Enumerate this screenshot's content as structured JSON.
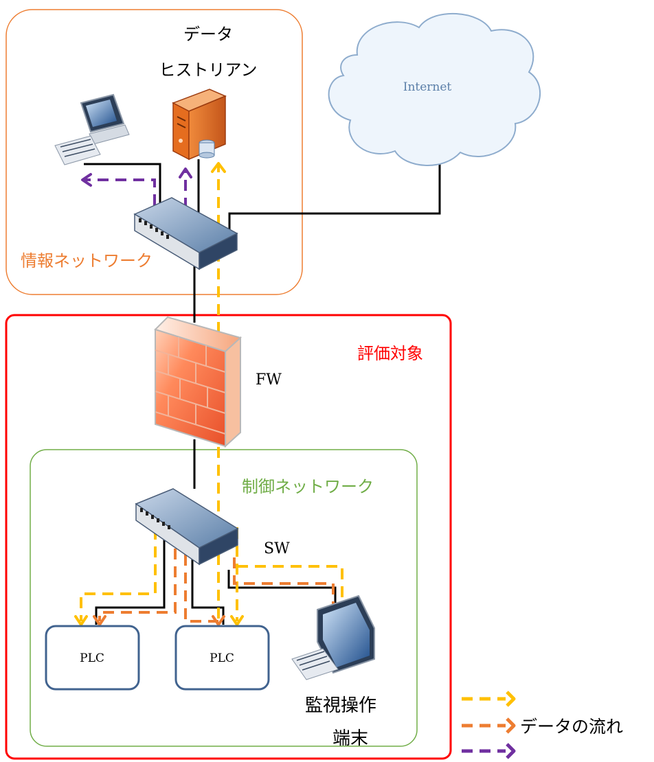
{
  "zones": {
    "info_network": {
      "label": "情報ネットワーク",
      "color": "#ed7d31"
    },
    "evaluation_target": {
      "label": "評価対象",
      "color": "#ff0000"
    },
    "control_network": {
      "label": "制御ネットワーク",
      "color": "#70ad47"
    }
  },
  "devices": {
    "historian_line1": "データ",
    "historian_line2": "ヒストリアン",
    "internet": "Internet",
    "firewall": "FW",
    "switch": "SW",
    "plc_left": "PLC",
    "plc_right": "PLC",
    "terminal_line1": "監視操作",
    "terminal_line2": "端末"
  },
  "legend": {
    "label": "データの流れ",
    "colors": [
      "#ffc000",
      "#ed7d31",
      "#7030a0"
    ]
  }
}
